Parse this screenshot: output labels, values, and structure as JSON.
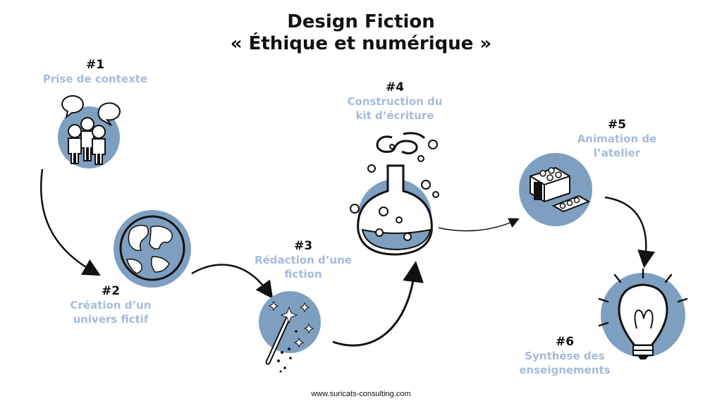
{
  "header": {
    "title_line1": "Design Fiction",
    "title_line2": "« Éthique et numérique »"
  },
  "stages": [
    {
      "number": "#1",
      "label_lines": [
        "Prise de contexte"
      ],
      "icon": "people-icon"
    },
    {
      "number": "#2",
      "label_lines": [
        "Création d’un",
        "univers fictif"
      ],
      "icon": "globe-icon"
    },
    {
      "number": "#3",
      "label_lines": [
        "Rédaction d’une",
        "fiction"
      ],
      "icon": "magic-wand-icon"
    },
    {
      "number": "#4",
      "label_lines": [
        "Construction du",
        "kit d’écriture"
      ],
      "icon": "flask-icon"
    },
    {
      "number": "#5",
      "label_lines": [
        "Animation de",
        "l’atelier"
      ],
      "icon": "lego-bricks-icon"
    },
    {
      "number": "#6",
      "label_lines": [
        "Synthèse des",
        "enseignements"
      ],
      "icon": "light-bulb-icon"
    }
  ],
  "footer": {
    "credit": "www.suricats-consulting.com"
  },
  "colors": {
    "circle_fill": "#7f9fc0",
    "label_color": "#a7bbd8",
    "ink": "#111111"
  }
}
